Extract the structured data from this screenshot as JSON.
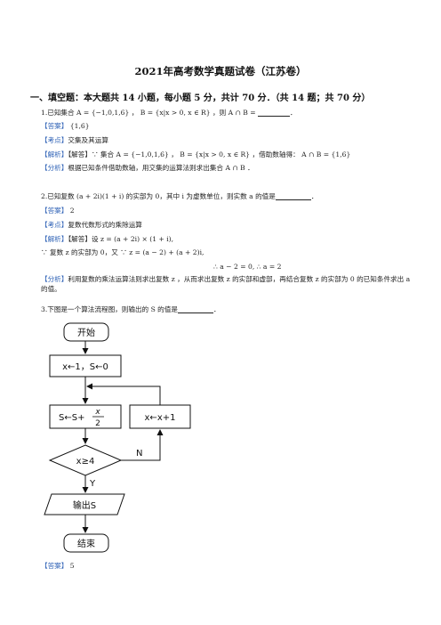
{
  "doc": {
    "title": "2021年高考数学真题试卷（江苏卷）",
    "section": "一、填空题：本大题共 14 小题，每小题 5 分，共计 70 分．（共 14 题；共 70 分）"
  },
  "q1": {
    "stem_a": "1.已知集合  A = {−1,0,1,6} ，  B = {x|x > 0, x ∈ R} ，则  A ∩ B = ",
    "stem_b": "．",
    "answer_tag": "【答案】",
    "answer": "{1,6}",
    "point_tag": "【考点】",
    "point": "交集及其运算",
    "analysis_tag": "【解析】",
    "analysis": "【解答】∵ 集合  A = {−1,0,1,6} ，  B = {x|x > 0, x ∈ R} ，借助数轴得：  A ∩ B = {1,6}",
    "fenxi_tag": "【分析】",
    "fenxi": "根据已知条件借助数轴，用交集的运算法则求出集合  A ∩ B ．"
  },
  "q2": {
    "stem_a": "2.已知复数  (a + 2i)(1 + i)  的实部为 0，其中  i  为虚数单位，则实数 a 的值是",
    "stem_b": "．",
    "answer_tag": "【答案】",
    "answer": "2",
    "point_tag": "【考点】",
    "point": "复数代数形式的乘除运算",
    "analysis_tag": "【解析】",
    "analysis": "【解答】设  z = (a + 2i) × (1 + i),",
    "line2": "∵ 复数  z  的实部为 0，又 ∵ z = (a − 2) + (a + 2)i,",
    "line3": "∴ a − 2 = 0, ∴ a = 2",
    "fenxi_tag": "【分析】",
    "fenxi": "利用复数的乘法运算法则求出复数  z ，从而求出复数  z  的实部和虚部，再结合复数  z  的实部为 0 的已知条件求出 a 的值。"
  },
  "q3": {
    "stem_a": "3.下图是一个算法流程图，则输出的 S 的值是",
    "stem_b": "．",
    "answer_tag": "【答案】",
    "answer": "5"
  },
  "flowchart": {
    "start": "开始",
    "init": "x←1，S←0",
    "process_a": "S←S+",
    "frac_num": "x",
    "frac_den": "2",
    "increment": "x←x+1",
    "decision": "x≥4",
    "no_label": "N",
    "yes_label": "Y",
    "output": "输出S",
    "end": "结束"
  }
}
